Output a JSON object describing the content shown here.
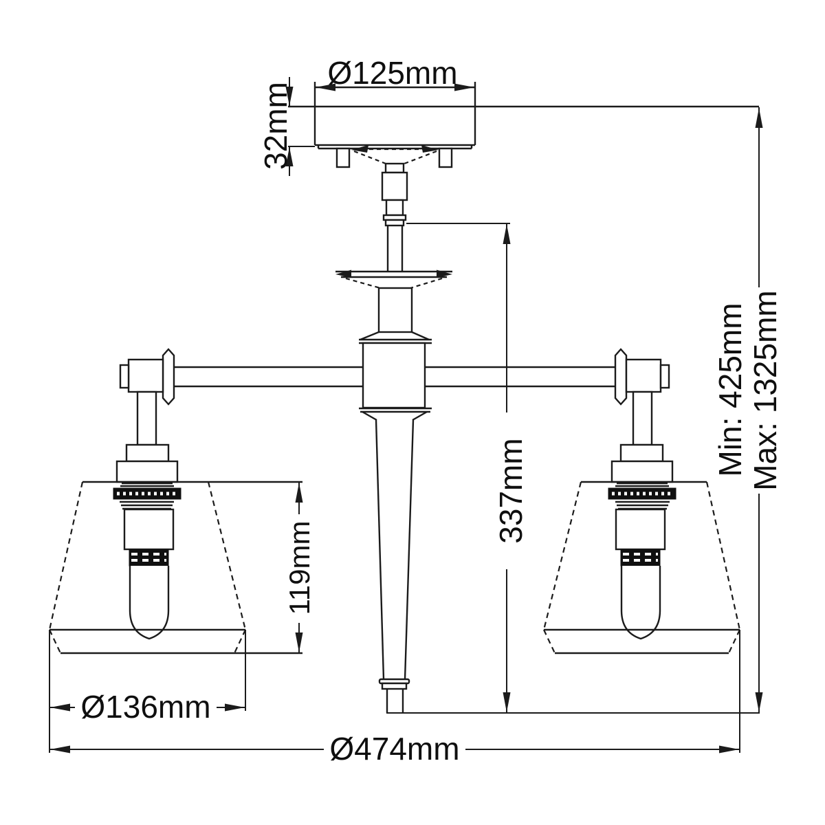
{
  "diagram": {
    "colors": {
      "line": "#1b1b1b",
      "background": "#ffffff"
    },
    "labels": {
      "canopy_diameter": "Ø125mm",
      "canopy_height": "32mm",
      "min_height": "Min: 425mm",
      "max_height": "Max: 1325mm",
      "body_drop": "337mm",
      "shade_height": "119mm",
      "shade_diameter": "Ø136mm",
      "overall_diameter": "Ø474mm"
    }
  }
}
